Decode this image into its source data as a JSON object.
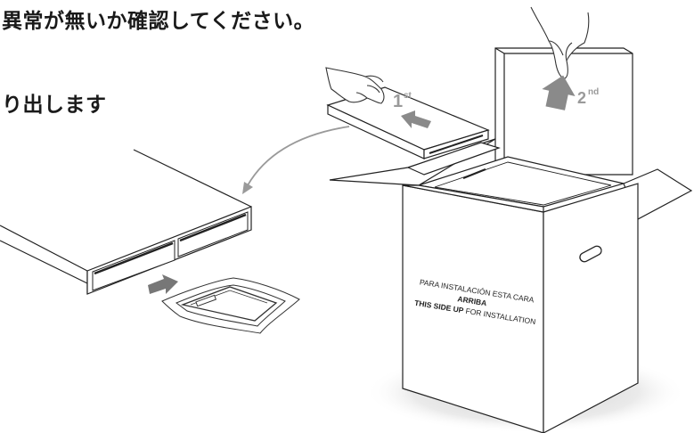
{
  "headings": {
    "line1": "異常が無いか確認してください。",
    "line2": "り出します"
  },
  "steps": {
    "first": "1",
    "first_sup": "st",
    "second": "2",
    "second_sup": "nd"
  },
  "box_label": {
    "line1": "PARA INSTALACIÓN ESTA CARA",
    "line2": "ARRIBA",
    "line3_bold": "THIS SIDE UP",
    "line3_rest": " FOR INSTALLATION"
  }
}
